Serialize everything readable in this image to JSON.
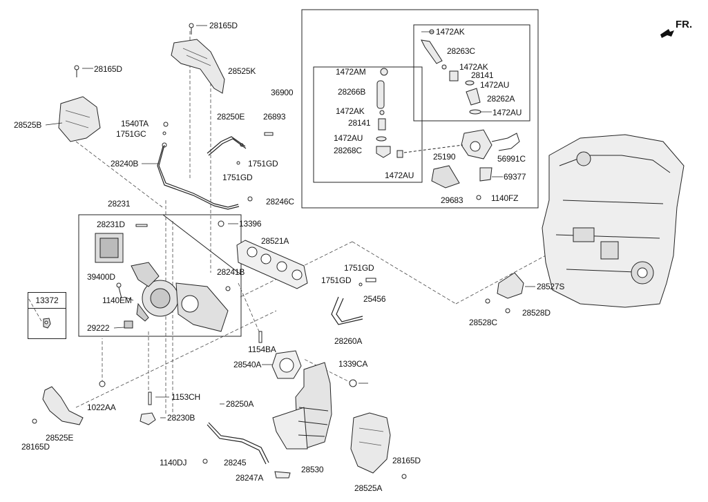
{
  "direction_label": "FR.",
  "legend": {
    "code": "13372"
  },
  "labels": {
    "l28165D_top": "28165D",
    "l28525K": "28525K",
    "l28165D_left": "28165D",
    "l28525B": "28525B",
    "l1540TA": "1540TA",
    "l1751GC": "1751GC",
    "l28250E": "28250E",
    "l26893": "26893",
    "l28240B": "28240B",
    "l1751GD_a": "1751GD",
    "l1751GD_b": "1751GD",
    "l28246C": "28246C",
    "l28231": "28231",
    "l28231D": "28231D",
    "l13396": "13396",
    "l28521A": "28521A",
    "l39400D": "39400D",
    "l1140EM": "1140EM",
    "l28241B": "28241B",
    "l29222": "29222",
    "l1751GD_c": "1751GD",
    "l1751GD_d": "1751GD",
    "l25456": "25456",
    "l28260A": "28260A",
    "l1154BA": "1154BA",
    "l28540A": "28540A",
    "l1339CA": "1339CA",
    "l1022AA": "1022AA",
    "l1153CH": "1153CH",
    "l28250A": "28250A",
    "l28230B": "28230B",
    "l28525E": "28525E",
    "l28165D_bl": "28165D",
    "l1140DJ": "1140DJ",
    "l28245": "28245",
    "l28247A": "28247A",
    "l28530": "28530",
    "l28165D_br": "28165D",
    "l28525A": "28525A",
    "l36900": "36900",
    "l1472AM": "1472AM",
    "l28266B": "28266B",
    "l1472AK_a": "1472AK",
    "l28141_a": "28141",
    "l1472AU_a": "1472AU",
    "l28268C": "28268C",
    "l1472AU_b": "1472AU",
    "l1472AK_b": "1472AK",
    "l28263C": "28263C",
    "l1472AK_c": "1472AK",
    "l28141_b": "28141",
    "l1472AU_c": "1472AU",
    "l28262A": "28262A",
    "l1472AU_d": "1472AU",
    "l25190": "25190",
    "l56991C": "56991C",
    "l69377": "69377",
    "l29683": "29683",
    "l1140FZ": "1140FZ",
    "l28527S": "28527S",
    "l28528C": "28528C",
    "l28528D": "28528D"
  }
}
